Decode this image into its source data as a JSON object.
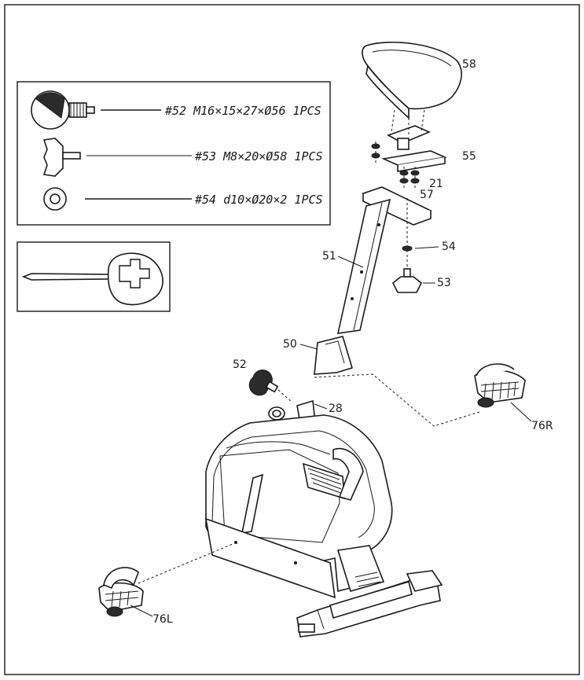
{
  "hardware_list": {
    "item_52": "#52 M16×15×27×Ø56 1PCS",
    "item_53": "#53 M8×20×Ø58 1PCS",
    "item_54": "#54 d10×Ø20×2 1PCS"
  },
  "callouts": {
    "c58": "58",
    "c55": "55",
    "c21": "21",
    "c57": "57",
    "c54": "54",
    "c53": "53",
    "c51": "51",
    "c50": "50",
    "c52": "52",
    "c28": "28",
    "c76R": "76R",
    "c76L": "76L"
  }
}
